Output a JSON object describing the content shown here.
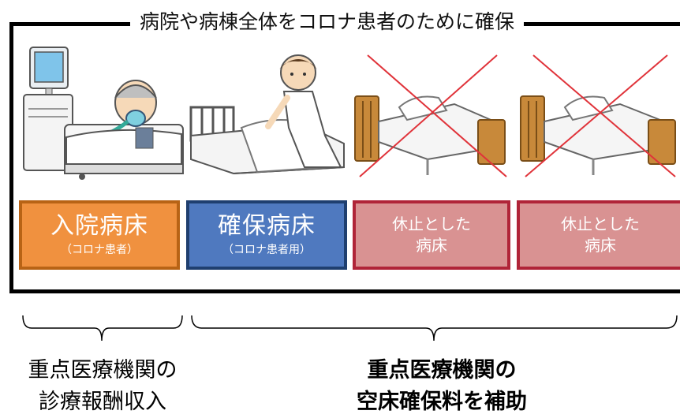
{
  "title": "病院や病棟全体をコロナ患者のために確保",
  "boxes": [
    {
      "main": "入院病床",
      "sub": "（コロナ患者）",
      "color": "#f0913f"
    },
    {
      "main": "確保病床",
      "sub": "（コロナ患者用）",
      "color": "#4f79bf"
    },
    {
      "line1": "休止とした",
      "line2": "病床",
      "color": "#d99292"
    },
    {
      "line1": "休止とした",
      "line2": "病床",
      "color": "#d99292"
    }
  ],
  "labels": {
    "left": {
      "line1": "重点医療機関の",
      "line2": "診療報酬収入"
    },
    "right": {
      "line1": "重点医療機関の",
      "line2": "空床確保料を補助"
    }
  }
}
